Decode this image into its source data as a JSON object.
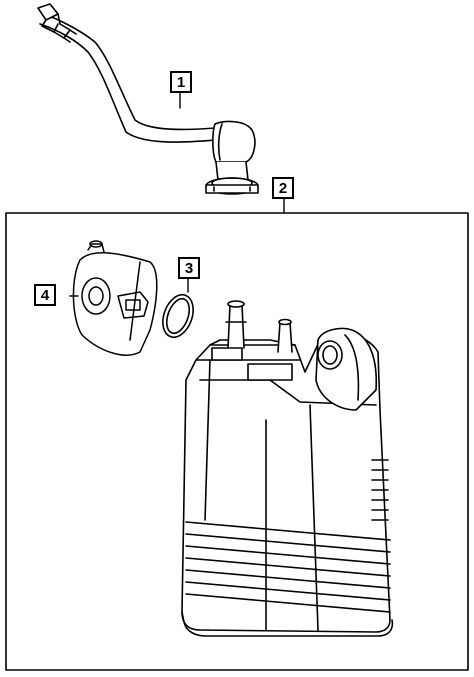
{
  "callouts": {
    "part1": "1",
    "part2": "2",
    "part3": "3",
    "part4": "4"
  },
  "parts": [
    {
      "number": "1",
      "icon": "vent-hose-icon"
    },
    {
      "number": "2",
      "icon": "canister-assembly-icon"
    },
    {
      "number": "3",
      "icon": "o-ring-icon"
    },
    {
      "number": "4",
      "icon": "leak-detection-pump-icon"
    }
  ],
  "colors": {
    "line": "#000000",
    "background": "#ffffff"
  }
}
